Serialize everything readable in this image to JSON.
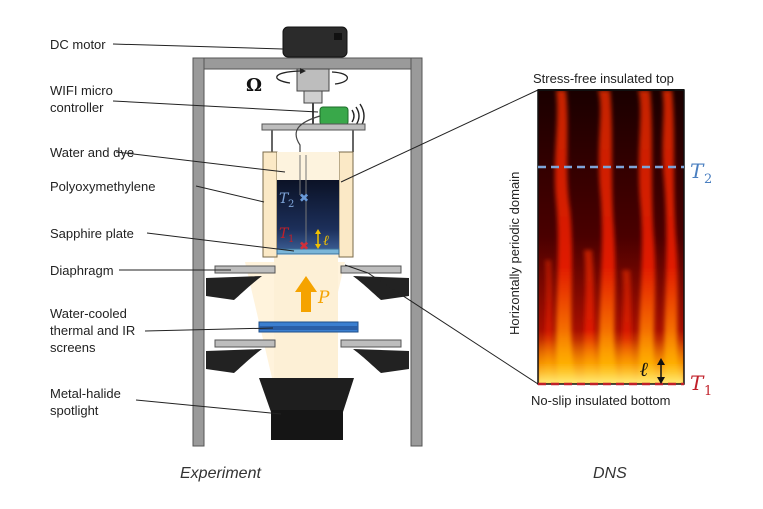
{
  "experiment": {
    "labels": {
      "dc_motor": "DC motor",
      "wifi_line1": "WIFI micro",
      "wifi_line2": "controller",
      "water_dye": "Water and dye",
      "polyoxy": "Polyoxymethylene",
      "sapphire": "Sapphire plate",
      "diaphragm": "Diaphragm",
      "cooled_line1": "Water-cooled",
      "cooled_line2": "thermal and IR",
      "cooled_line3": "screens",
      "spot_line1": "Metal-halide",
      "spot_line2": "spotlight"
    },
    "omega": "Ω",
    "t2": "T",
    "t2_sub": "2",
    "t1": "T",
    "t1_sub": "1",
    "ell": "ℓ",
    "power": "P",
    "caption": "Experiment"
  },
  "dns": {
    "top_label": "Stress-free insulated top",
    "bottom_label": "No-slip insulated bottom",
    "side_label": "Horizontally periodic domain",
    "t2": "T",
    "t2_sub": "2",
    "t1": "T",
    "t1_sub": "1",
    "ell": "ℓ",
    "caption": "DNS"
  },
  "colors": {
    "frame": "#9a9a9a",
    "frame_stroke": "#555555",
    "tank_top": "#0a1530",
    "tank_bottom": "#2a4a80",
    "cream": "#fbe9c6",
    "beam": "#fff3dc",
    "water_blue": "#3b7fd0",
    "orange_arrow": "#f5a300",
    "t2_blue": "#4a7fc0",
    "t1_red": "#c0202a",
    "ctrl_green": "#39a84a"
  }
}
